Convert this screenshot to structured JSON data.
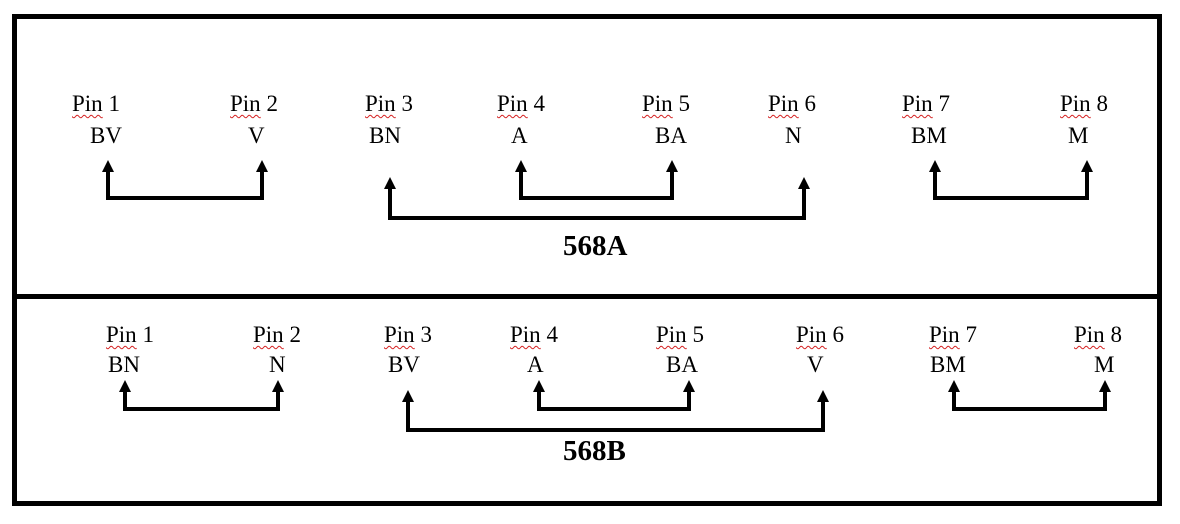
{
  "panels": [
    {
      "standard": "568A",
      "pins": [
        {
          "pin": "Pin",
          "num": "1",
          "color": "BV"
        },
        {
          "pin": "Pin",
          "num": "2",
          "color": "V"
        },
        {
          "pin": "Pin",
          "num": "3",
          "color": "BN"
        },
        {
          "pin": "Pin",
          "num": "4",
          "color": "A"
        },
        {
          "pin": "Pin",
          "num": "5",
          "color": "BA"
        },
        {
          "pin": "Pin",
          "num": "6",
          "color": "N"
        },
        {
          "pin": "Pin",
          "num": "7",
          "color": "BM"
        },
        {
          "pin": "Pin",
          "num": "8",
          "color": "M"
        }
      ]
    },
    {
      "standard": "568B",
      "pins": [
        {
          "pin": "Pin",
          "num": "1",
          "color": "BN"
        },
        {
          "pin": "Pin",
          "num": "2",
          "color": "N"
        },
        {
          "pin": "Pin",
          "num": "3",
          "color": "BV"
        },
        {
          "pin": "Pin",
          "num": "4",
          "color": "A"
        },
        {
          "pin": "Pin",
          "num": "5",
          "color": "BA"
        },
        {
          "pin": "Pin",
          "num": "6",
          "color": "V"
        },
        {
          "pin": "Pin",
          "num": "7",
          "color": "BM"
        },
        {
          "pin": "Pin",
          "num": "8",
          "color": "M"
        }
      ]
    }
  ],
  "pairs": [
    [
      "1",
      "2"
    ],
    [
      "3",
      "6"
    ],
    [
      "4",
      "5"
    ],
    [
      "7",
      "8"
    ]
  ],
  "colors": {
    "line": "#000000",
    "spellcheck": "#d42020"
  }
}
